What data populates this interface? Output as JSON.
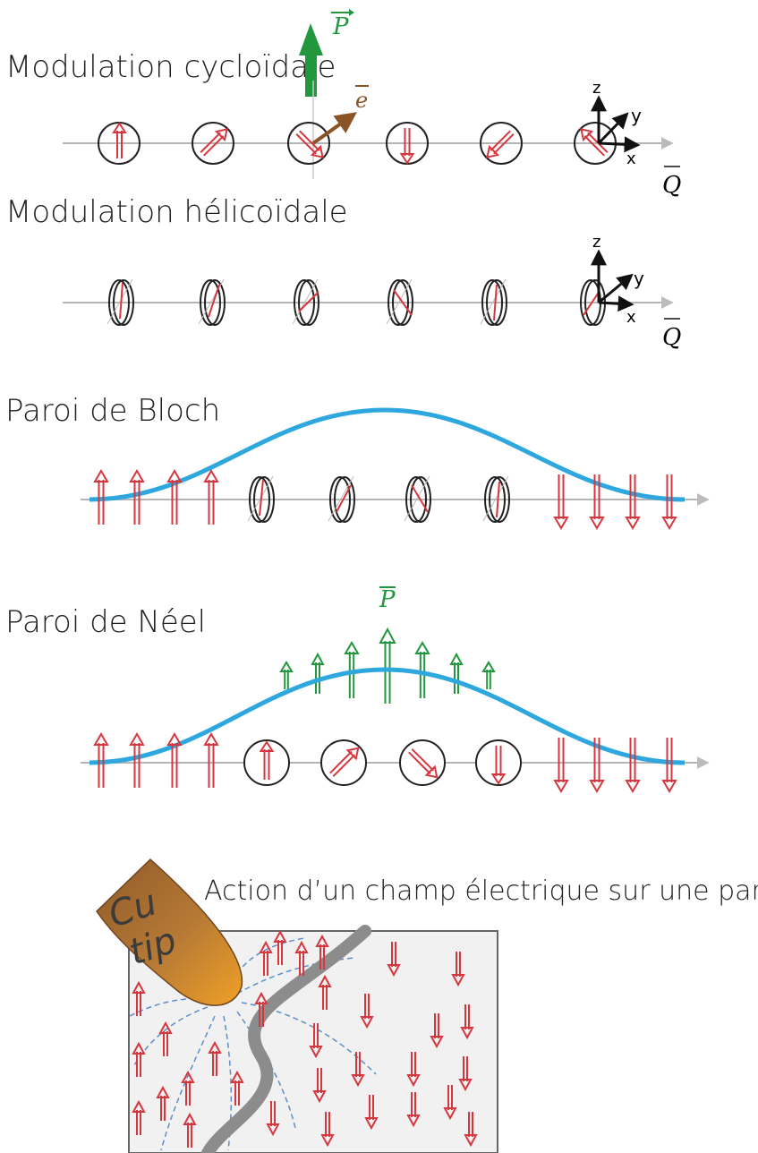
{
  "sections": {
    "cycloid": {
      "title": "Modulation cycloïdale"
    },
    "helicoid": {
      "title": "Modulation hélicoïdale"
    },
    "bloch": {
      "title": "Paroi de Bloch"
    },
    "neel": {
      "title": "Paroi de Néel"
    },
    "field": {
      "title": "Action d’un champ électrique sur une paroi"
    }
  },
  "labels": {
    "p_vector": "P",
    "e_vector": "e",
    "q_vector": "Q",
    "axis_z": "z",
    "axis_y": "y",
    "axis_x": "x",
    "tip_line1": "Cu",
    "tip_line2": "tip"
  },
  "colors": {
    "spin_red": "#d6373f",
    "polarization_green": "#22973e",
    "wall_profile_blue": "#2ea7df",
    "e_vector_brown": "#8a5426",
    "axis_gray": "#b5b5b5",
    "wall_gray": "#8c8c8c",
    "field_line_blue": "#5b8fc9"
  },
  "icons": {
    "spin": "double-arrow-icon",
    "tip": "cu-tip-icon",
    "frame": "xyz-frame-icon"
  }
}
